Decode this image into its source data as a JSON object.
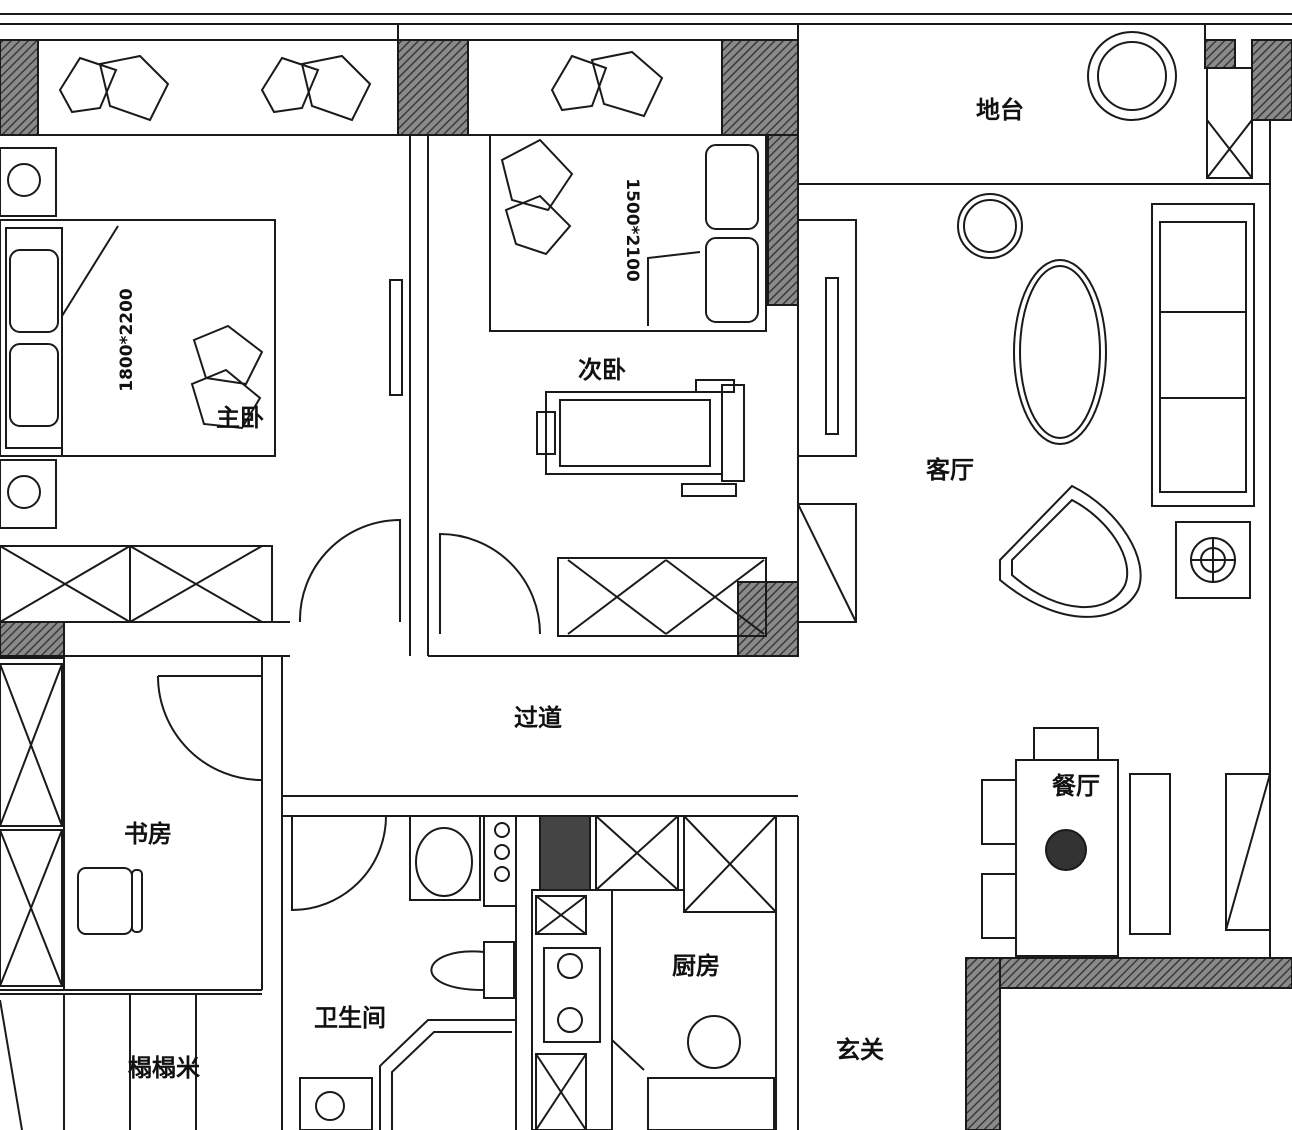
{
  "rooms": {
    "terrace": "地台",
    "master_bedroom": "主卧",
    "second_bedroom": "次卧",
    "living_room": "客厅",
    "corridor": "过道",
    "study": "书房",
    "dining_room": "餐厅",
    "kitchen": "厨房",
    "bathroom": "卫生间",
    "entrance": "玄关",
    "tatami": "榻榻米"
  },
  "dimensions": {
    "master_bed": "1800*2200",
    "second_bed": "1500*2100"
  },
  "colors": {
    "line": "#1a1a1a",
    "wall_fill": "#6a6a6a",
    "background": "#ffffff"
  }
}
